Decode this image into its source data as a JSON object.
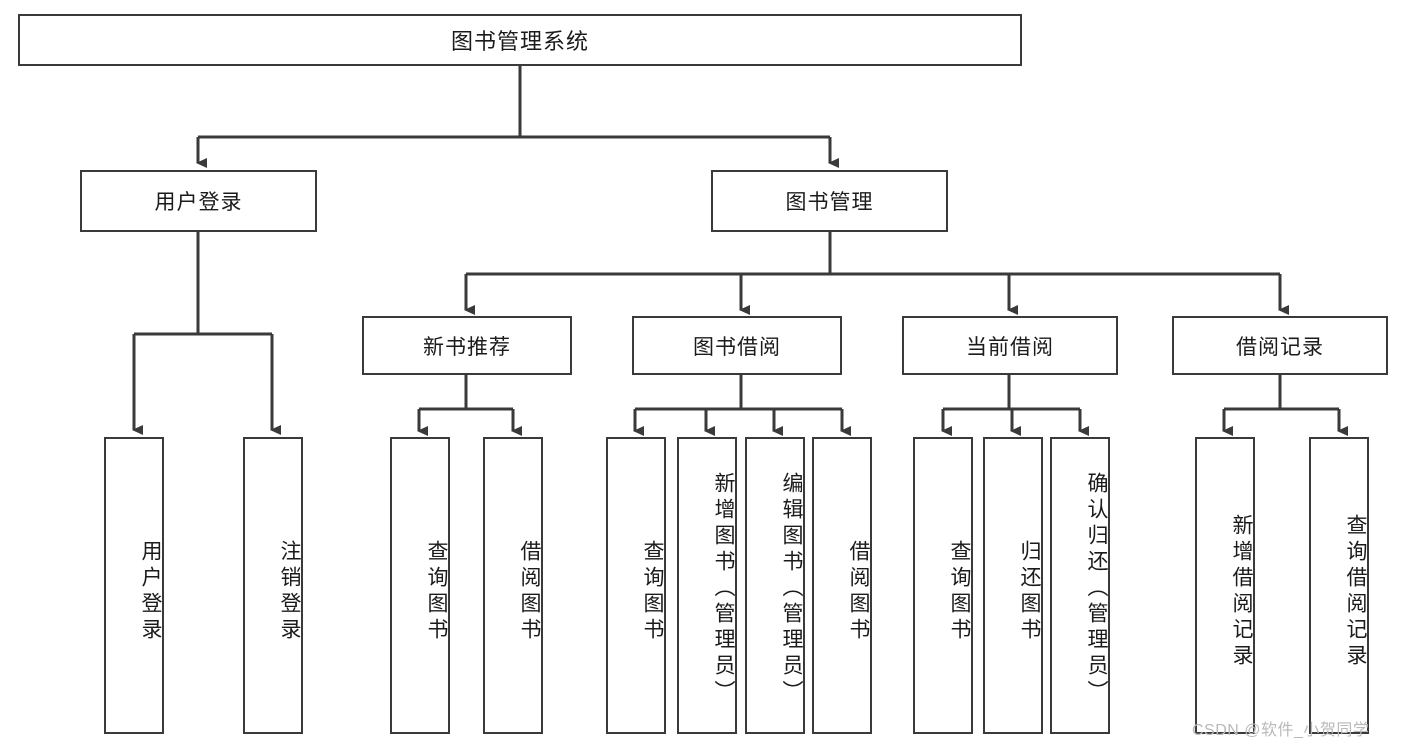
{
  "diagram": {
    "title": "图书管理系统",
    "type": "hierarchy-tree",
    "watermark": "CSDN @软件_小贺同学",
    "colors": {
      "stroke": "#3a3a3a",
      "fill": "#ffffff",
      "text": "#1b1b1b",
      "watermark": "#b9b9b9"
    },
    "nodes": {
      "root": {
        "label": "图书管理系统"
      },
      "level2": [
        {
          "label": "用户登录"
        },
        {
          "label": "图书管理"
        }
      ],
      "level3": [
        {
          "label": "新书推荐"
        },
        {
          "label": "图书借阅"
        },
        {
          "label": "当前借阅"
        },
        {
          "label": "借阅记录"
        }
      ],
      "leaves": {
        "user_login": [
          {
            "label": "用户登录"
          },
          {
            "label": "注销登录"
          }
        ],
        "new_book_recommend": [
          {
            "label": "查询图书"
          },
          {
            "label": "借阅图书"
          }
        ],
        "book_borrow": [
          {
            "label": "查询图书"
          },
          {
            "label": "新增图书（管理员）"
          },
          {
            "label": "编辑图书（管理员）"
          },
          {
            "label": "借阅图书"
          }
        ],
        "current_borrow": [
          {
            "label": "查询图书"
          },
          {
            "label": "归还图书"
          },
          {
            "label": "确认归还（管理员）"
          }
        ],
        "borrow_record": [
          {
            "label": "新增借阅记录"
          },
          {
            "label": "查询借阅记录"
          }
        ]
      }
    }
  }
}
